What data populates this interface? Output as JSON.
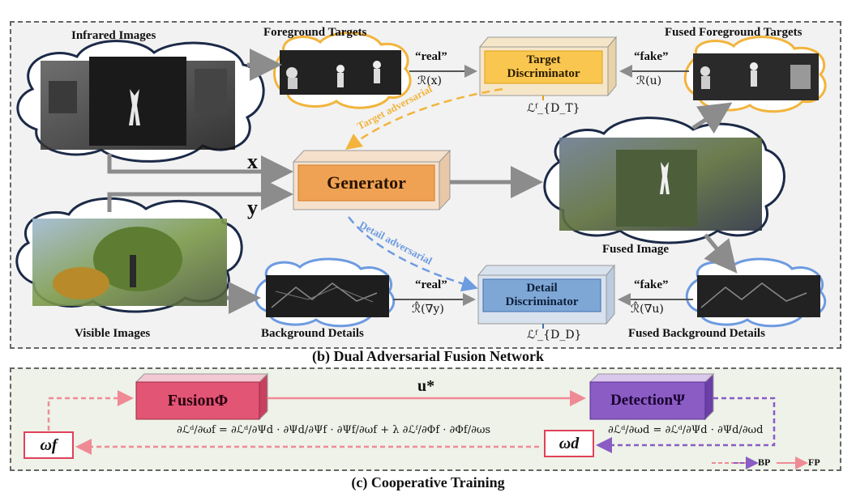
{
  "panel_b": {
    "caption": "(b) Dual Adversarial Fusion Network",
    "labels": {
      "infrared": "Infrared Images",
      "foreground": "Foreground Targets",
      "fused_foreground": "Fused Foreground Targets",
      "visible": "Visible Images",
      "background": "Background Details",
      "fused_background": "Fused Background Details",
      "fused_image": "Fused Image"
    },
    "generator": "Generator",
    "target_discriminator": [
      "Target",
      "Discriminator"
    ],
    "detail_discriminator": [
      "Detail",
      "Discriminator"
    ],
    "input_x": "x",
    "input_y": "y",
    "real_label": "“real”",
    "fake_label": "“fake”",
    "target_real_fn": "ℛ(x)",
    "target_fake_fn": "ℛ(u)",
    "detail_real_fn": "ℛ̂(∇y)",
    "detail_fake_fn": "ℛ̂(∇u)",
    "target_loss": "ℒᶠ_{D_T}",
    "detail_loss": "ℒᶠ_{D_D}",
    "target_adversarial": "Target adversarial",
    "detail_adversarial": "Detail adversarial"
  },
  "panel_c": {
    "caption": "(c) Cooperative Training",
    "fusion": "FusionΦ",
    "detection": "DetectionΨ",
    "u_star": "u*",
    "omega_f": "ωf",
    "omega_d": "ωd",
    "eq_left": "∂ℒᵈ/∂ωf = ∂ℒᵈ/∂Ψd · ∂Ψd/∂Ψf · ∂Ψf/∂ωf + λ ∂ℒᶠ/∂Φf · ∂Φf/∂ωs",
    "eq_right": "∂ℒᵈ/∂ωd = ∂ℒᵈ/∂Ψd · ∂Ψd/∂ωd",
    "legend_bp": "BP",
    "legend_fp": "FP"
  },
  "colors": {
    "generator": "#f0a254",
    "target_disc": "#f9c74f",
    "detail_disc": "#7fa7d6",
    "fusion": "#e25575",
    "detection": "#8a5cc4",
    "target_adv": "#f2b43c",
    "detail_adv": "#6d9be0",
    "bp_pink": "#ef8a95",
    "bp_purple": "#8a5cc4",
    "fp_pink": "#ef8a95"
  }
}
